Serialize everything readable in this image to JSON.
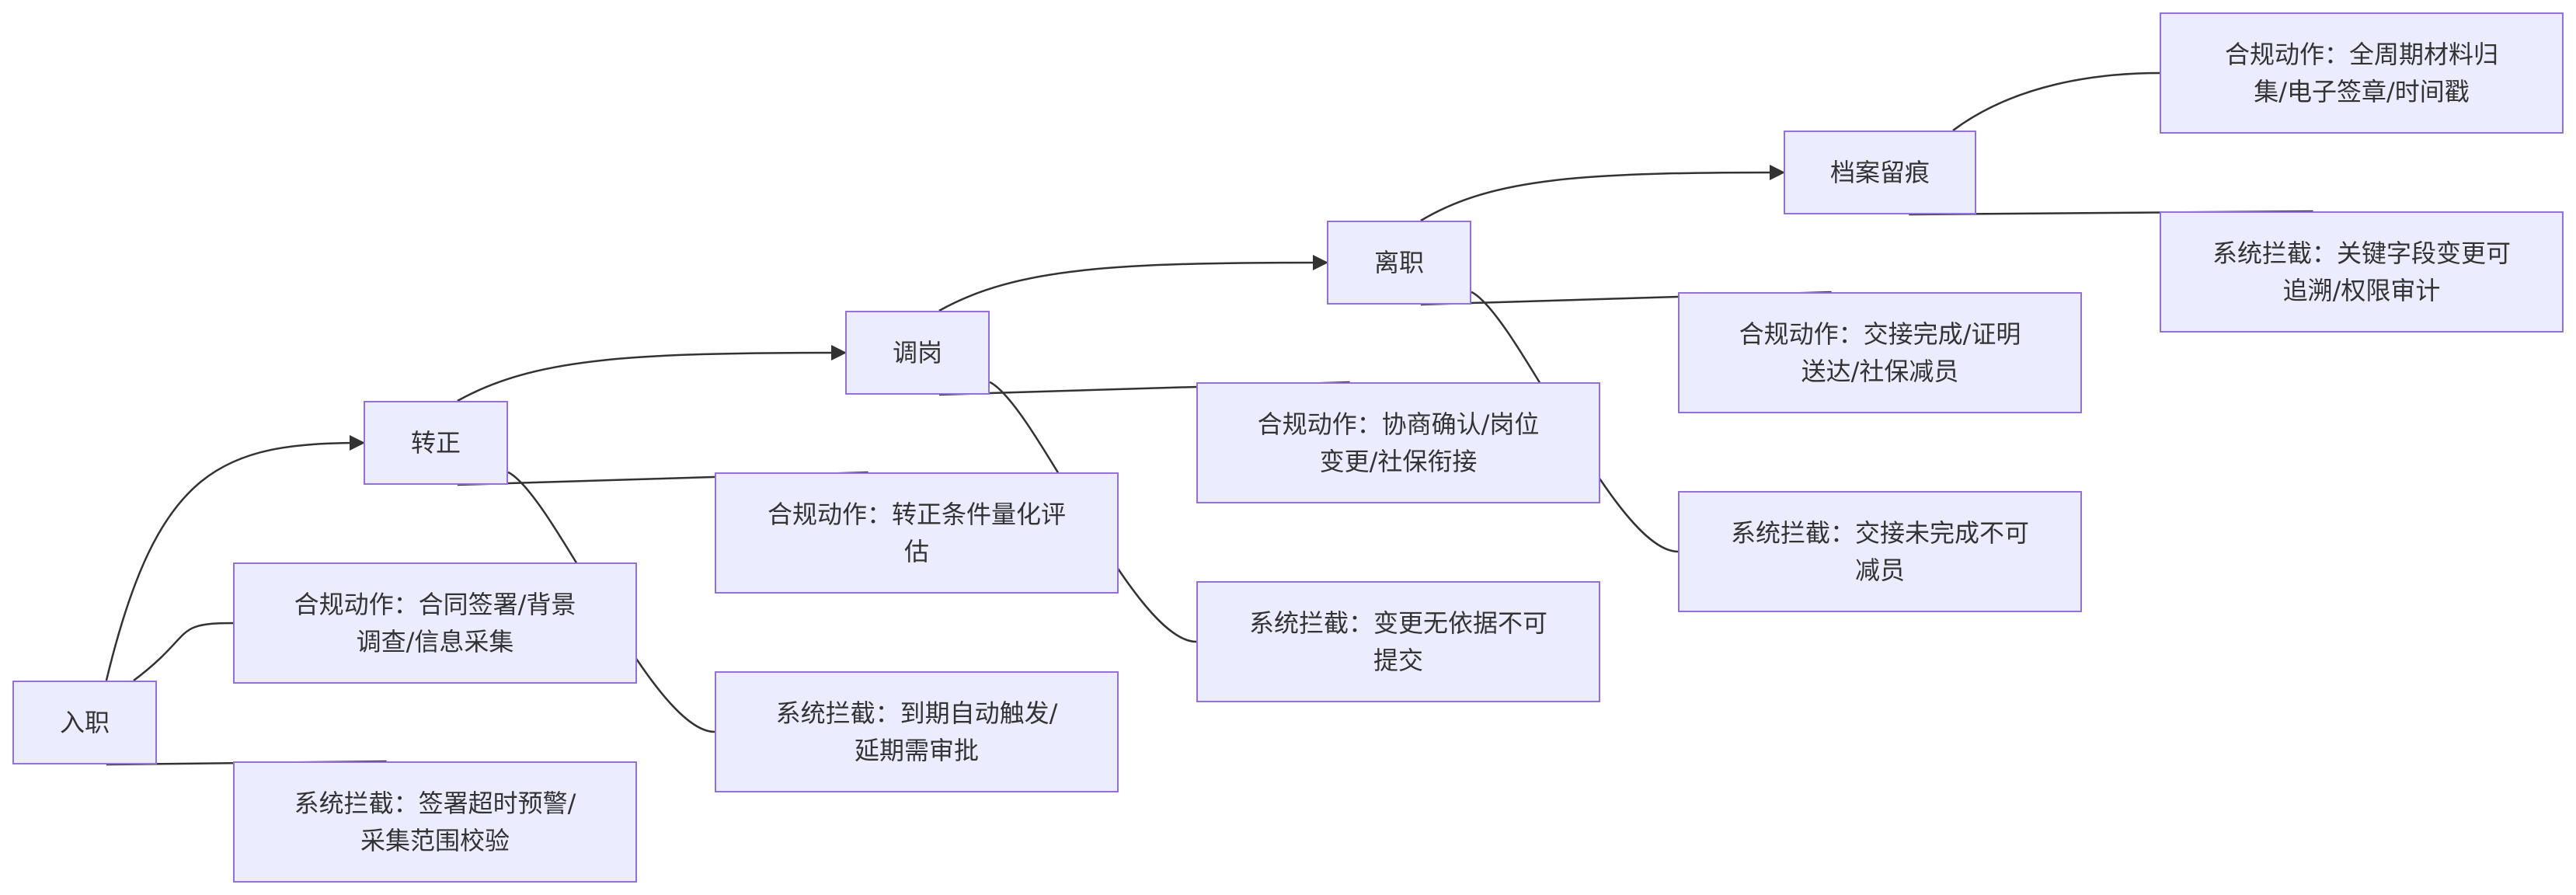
{
  "colors": {
    "node_fill": "#ECECFF",
    "node_stroke": "#9370DB",
    "edge": "#333333",
    "text": "#333333"
  },
  "nodes": {
    "ruzhi": "入职",
    "zhuanzheng": "转正",
    "tiaogang": "调岗",
    "lizhi": "离职",
    "dangan": "档案留痕",
    "ruzhi_heigui": "合规动作：合同签署/背景\n调查/信息采集",
    "ruzhi_lanjie": "系统拦截：签署超时预警/\n采集范围校验",
    "zhuanzheng_heigui": "合规动作：转正条件量化评\n估",
    "zhuanzheng_lanjie": "系统拦截：到期自动触发/\n延期需审批",
    "tiaogang_heigui": "合规动作：协商确认/岗位\n变更/社保衔接",
    "tiaogang_lanjie": "系统拦截：变更无依据不可\n提交",
    "lizhi_heigui": "合规动作：交接完成/证明\n送达/社保减员",
    "lizhi_lanjie": "系统拦截：交接未完成不可\n减员",
    "dangan_heigui": "合规动作：全周期材料归\n集/电子签章/时间戳",
    "dangan_lanjie": "系统拦截：关键字段变更可\n追溯/权限审计"
  },
  "edges": [
    {
      "from": "ruzhi",
      "to": "zhuanzheng",
      "arrow": true
    },
    {
      "from": "zhuanzheng",
      "to": "tiaogang",
      "arrow": true
    },
    {
      "from": "tiaogang",
      "to": "lizhi",
      "arrow": true
    },
    {
      "from": "lizhi",
      "to": "dangan",
      "arrow": true
    },
    {
      "from": "ruzhi",
      "to": "ruzhi_heigui",
      "arrow": false
    },
    {
      "from": "ruzhi",
      "to": "ruzhi_lanjie",
      "arrow": false
    },
    {
      "from": "zhuanzheng",
      "to": "zhuanzheng_heigui",
      "arrow": false
    },
    {
      "from": "zhuanzheng",
      "to": "zhuanzheng_lanjie",
      "arrow": false
    },
    {
      "from": "tiaogang",
      "to": "tiaogang_heigui",
      "arrow": false
    },
    {
      "from": "tiaogang",
      "to": "tiaogang_lanjie",
      "arrow": false
    },
    {
      "from": "lizhi",
      "to": "lizhi_heigui",
      "arrow": false
    },
    {
      "from": "lizhi",
      "to": "lizhi_lanjie",
      "arrow": false
    },
    {
      "from": "dangan",
      "to": "dangan_heigui",
      "arrow": false
    },
    {
      "from": "dangan",
      "to": "dangan_lanjie",
      "arrow": false
    }
  ]
}
